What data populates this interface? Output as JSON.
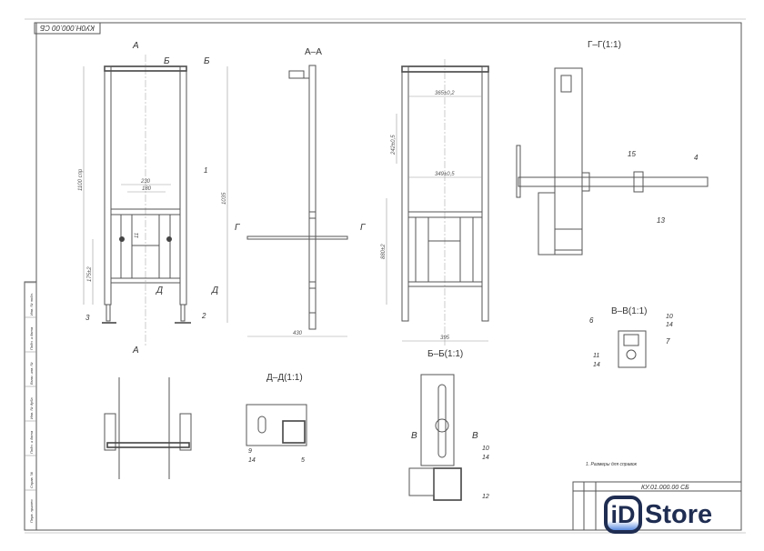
{
  "drawing": {
    "number_top": "КУ0Н.000.00 СБ",
    "number_titleblock": "КУ.01.000.00 СБ",
    "note": "1. Размеры для справок",
    "side_strip": [
      "Перв. примен.",
      "Справ. №",
      "Подп. и дата",
      "Инв. № дубл.",
      "Взам. инв. №",
      "Подп. и дата",
      "Инв. № подл."
    ]
  },
  "views": {
    "section_aa": "А–А",
    "section_gg": "Г–Г(1:1)",
    "section_vv": "В–В(1:1)",
    "section_dd": "Д–Д(1:1)",
    "section_bb": "Б–Б(1:1)"
  },
  "markers": {
    "a": "А",
    "b": "Б",
    "v": "В",
    "g": "Г",
    "d": "Д"
  },
  "dimensions": {
    "height_total": "1100 спр",
    "height_right": "1035",
    "width_230": "230",
    "width_180": "180",
    "height_175": "175±2",
    "gap_11": "11",
    "depth_430": "430",
    "width_365": "365±0,2",
    "width_349": "349±0,5",
    "height_242": "242±0,5",
    "height_880": "880±2",
    "width_395": "395"
  },
  "callouts": {
    "p1": "1",
    "p2": "2",
    "p3": "3",
    "p4": "4",
    "p5": "5",
    "p6": "6",
    "p7": "7",
    "p9": "9",
    "p10": "10",
    "p11": "11",
    "p12": "12",
    "p13": "13",
    "p14": "14",
    "p15": "15"
  },
  "logo": {
    "mark": "iD",
    "text": "Store",
    "color": "#1f2d52"
  }
}
